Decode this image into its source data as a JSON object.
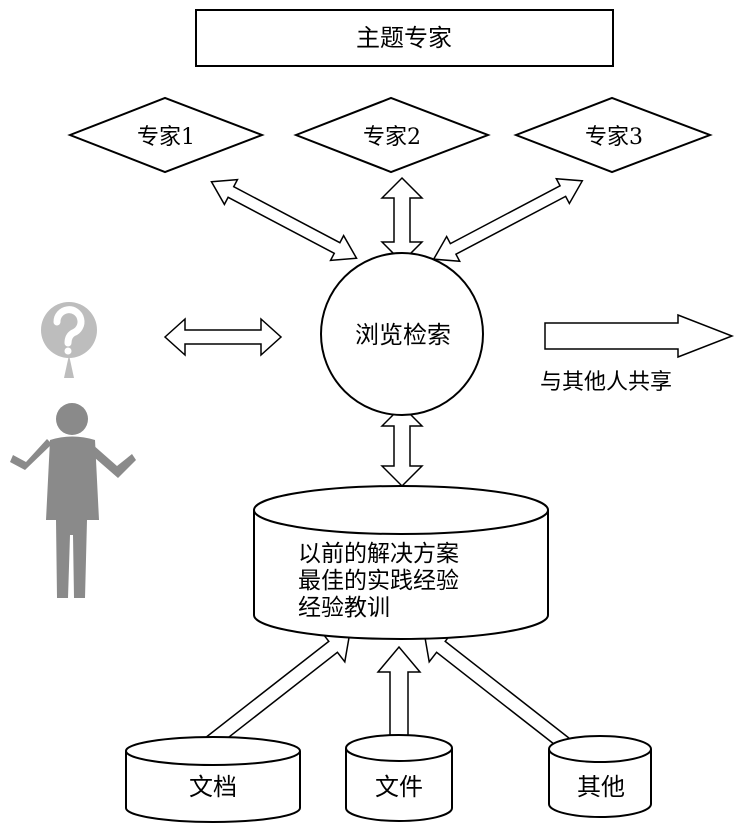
{
  "top_box": {
    "label": "主题专家"
  },
  "experts": [
    {
      "label": "专家1"
    },
    {
      "label": "专家2"
    },
    {
      "label": "专家3"
    }
  ],
  "center": {
    "label": "浏览检索"
  },
  "share": {
    "label": "与其他人共享"
  },
  "repository": {
    "lines": [
      "以前的解决方案",
      "最佳的实践经验",
      "经验教训"
    ]
  },
  "sources": [
    {
      "label": "文档"
    },
    {
      "label": "文件"
    },
    {
      "label": "其他"
    }
  ],
  "colors": {
    "stroke": "#000000",
    "person": "#8a8a8a",
    "person_question": "#bdbdbd"
  },
  "person_icon": "question-person-icon"
}
